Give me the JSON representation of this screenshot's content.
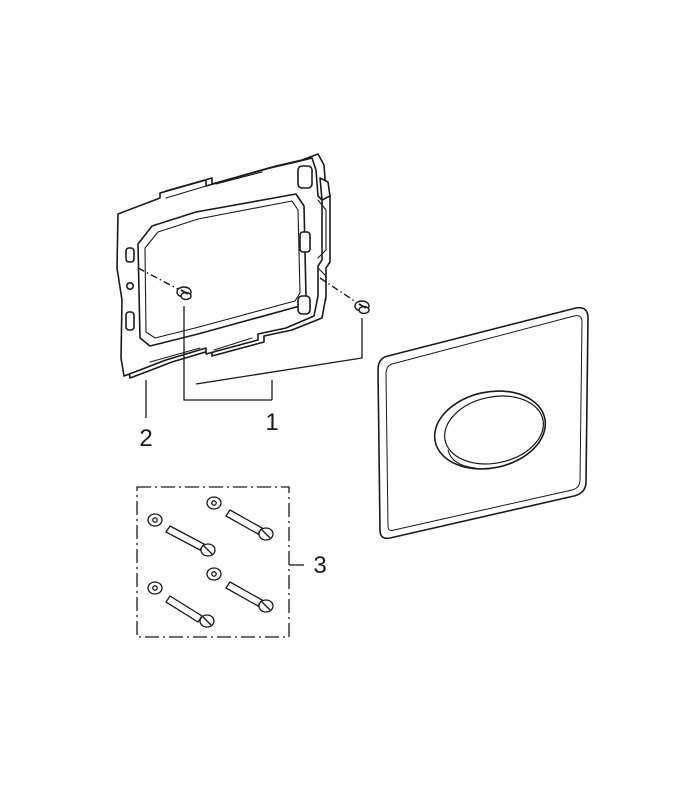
{
  "diagram": {
    "parts": [
      {
        "id": "mounting-screws",
        "label": "1"
      },
      {
        "id": "mounting-frame",
        "label": "2"
      },
      {
        "id": "screw-kit",
        "label": "3"
      }
    ],
    "unlabeled_parts": [
      "flush-plate"
    ]
  },
  "colors": {
    "stroke": "#1a1a1a",
    "background": "#ffffff"
  }
}
